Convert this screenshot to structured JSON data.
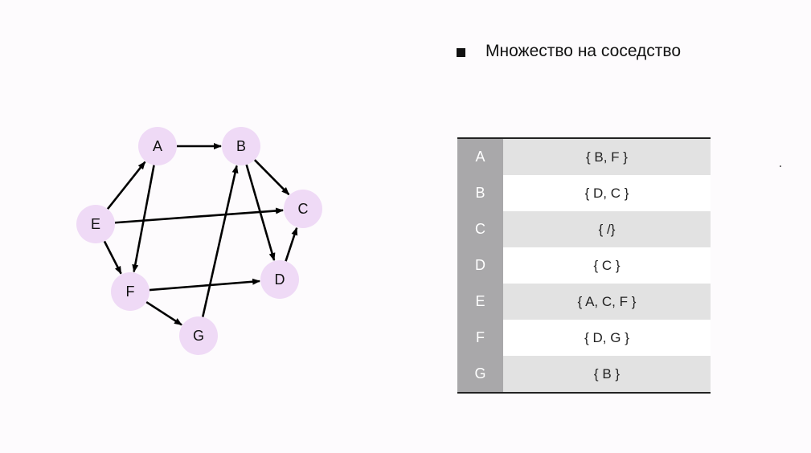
{
  "title": "Множество на соседство",
  "graph": {
    "nodes": [
      {
        "id": "A",
        "label": "A"
      },
      {
        "id": "B",
        "label": "B"
      },
      {
        "id": "C",
        "label": "C"
      },
      {
        "id": "D",
        "label": "D"
      },
      {
        "id": "E",
        "label": "E"
      },
      {
        "id": "F",
        "label": "F"
      },
      {
        "id": "G",
        "label": "G"
      }
    ],
    "edges": [
      {
        "from": "A",
        "to": "B"
      },
      {
        "from": "A",
        "to": "F"
      },
      {
        "from": "B",
        "to": "C"
      },
      {
        "from": "B",
        "to": "D"
      },
      {
        "from": "D",
        "to": "C"
      },
      {
        "from": "E",
        "to": "A"
      },
      {
        "from": "E",
        "to": "C"
      },
      {
        "from": "E",
        "to": "F"
      },
      {
        "from": "F",
        "to": "D"
      },
      {
        "from": "F",
        "to": "G"
      },
      {
        "from": "G",
        "to": "B"
      }
    ],
    "node_color": "#efdaf6",
    "edge_color": "#000000"
  },
  "table": {
    "rows": [
      {
        "key": "A",
        "value": "{ B, F }"
      },
      {
        "key": "B",
        "value": "{ D, C }"
      },
      {
        "key": "C",
        "value": "{ /}"
      },
      {
        "key": "D",
        "value": "{ C }"
      },
      {
        "key": "E",
        "value": "{ A, C, F }"
      },
      {
        "key": "F",
        "value": "{ D, G }"
      },
      {
        "key": "G",
        "value": "{ B }"
      }
    ]
  }
}
